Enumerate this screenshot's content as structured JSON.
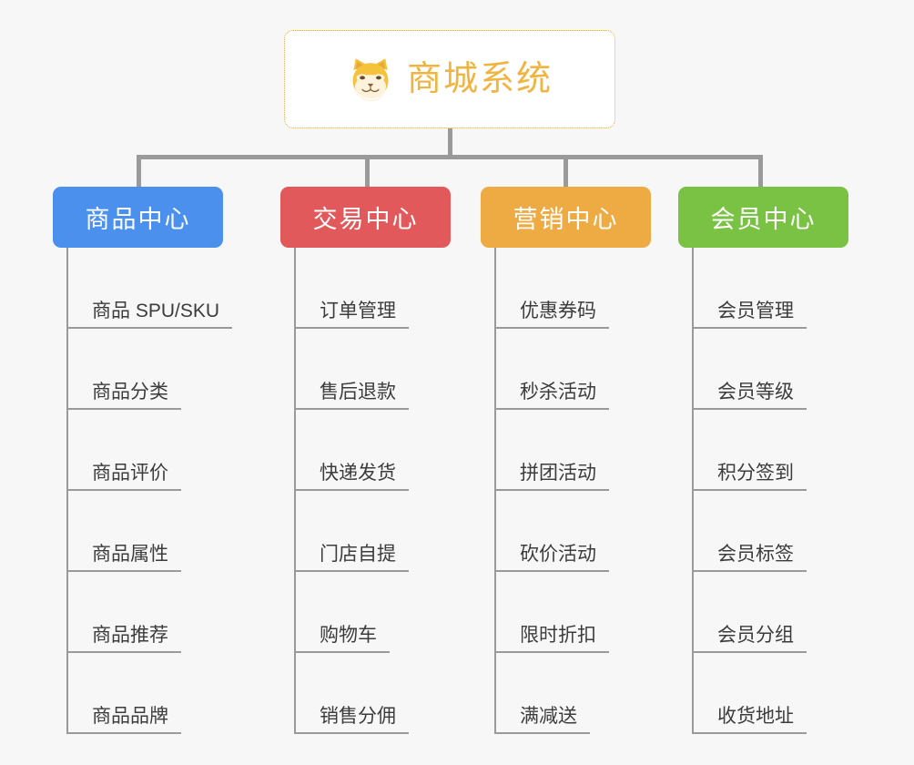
{
  "diagram": {
    "type": "mindmap",
    "background_color": "#f7f7f7",
    "root": {
      "title": "商城系统",
      "icon": "shiba-dog-face-emoji",
      "text_color": "#f0b441",
      "border_color": "#e9a83c",
      "border_style": "dotted",
      "background_color": "#ffffff"
    },
    "connector_color": "#9a9a9a",
    "categories": [
      {
        "label": "商品中心",
        "color": "#4a90ec",
        "items": [
          "商品 SPU/SKU",
          "商品分类",
          "商品评价",
          "商品属性",
          "商品推荐",
          "商品品牌"
        ]
      },
      {
        "label": "交易中心",
        "color": "#e2595b",
        "items": [
          "订单管理",
          "售后退款",
          "快递发货",
          "门店自提",
          "购物车",
          "销售分佣"
        ]
      },
      {
        "label": "营销中心",
        "color": "#eeab43",
        "items": [
          "优惠券码",
          "秒杀活动",
          "拼团活动",
          "砍价活动",
          "限时折扣",
          "满减送"
        ]
      },
      {
        "label": "会员中心",
        "color": "#79c243",
        "items": [
          "会员管理",
          "会员等级",
          "积分签到",
          "会员标签",
          "会员分组",
          "收货地址"
        ]
      }
    ]
  }
}
